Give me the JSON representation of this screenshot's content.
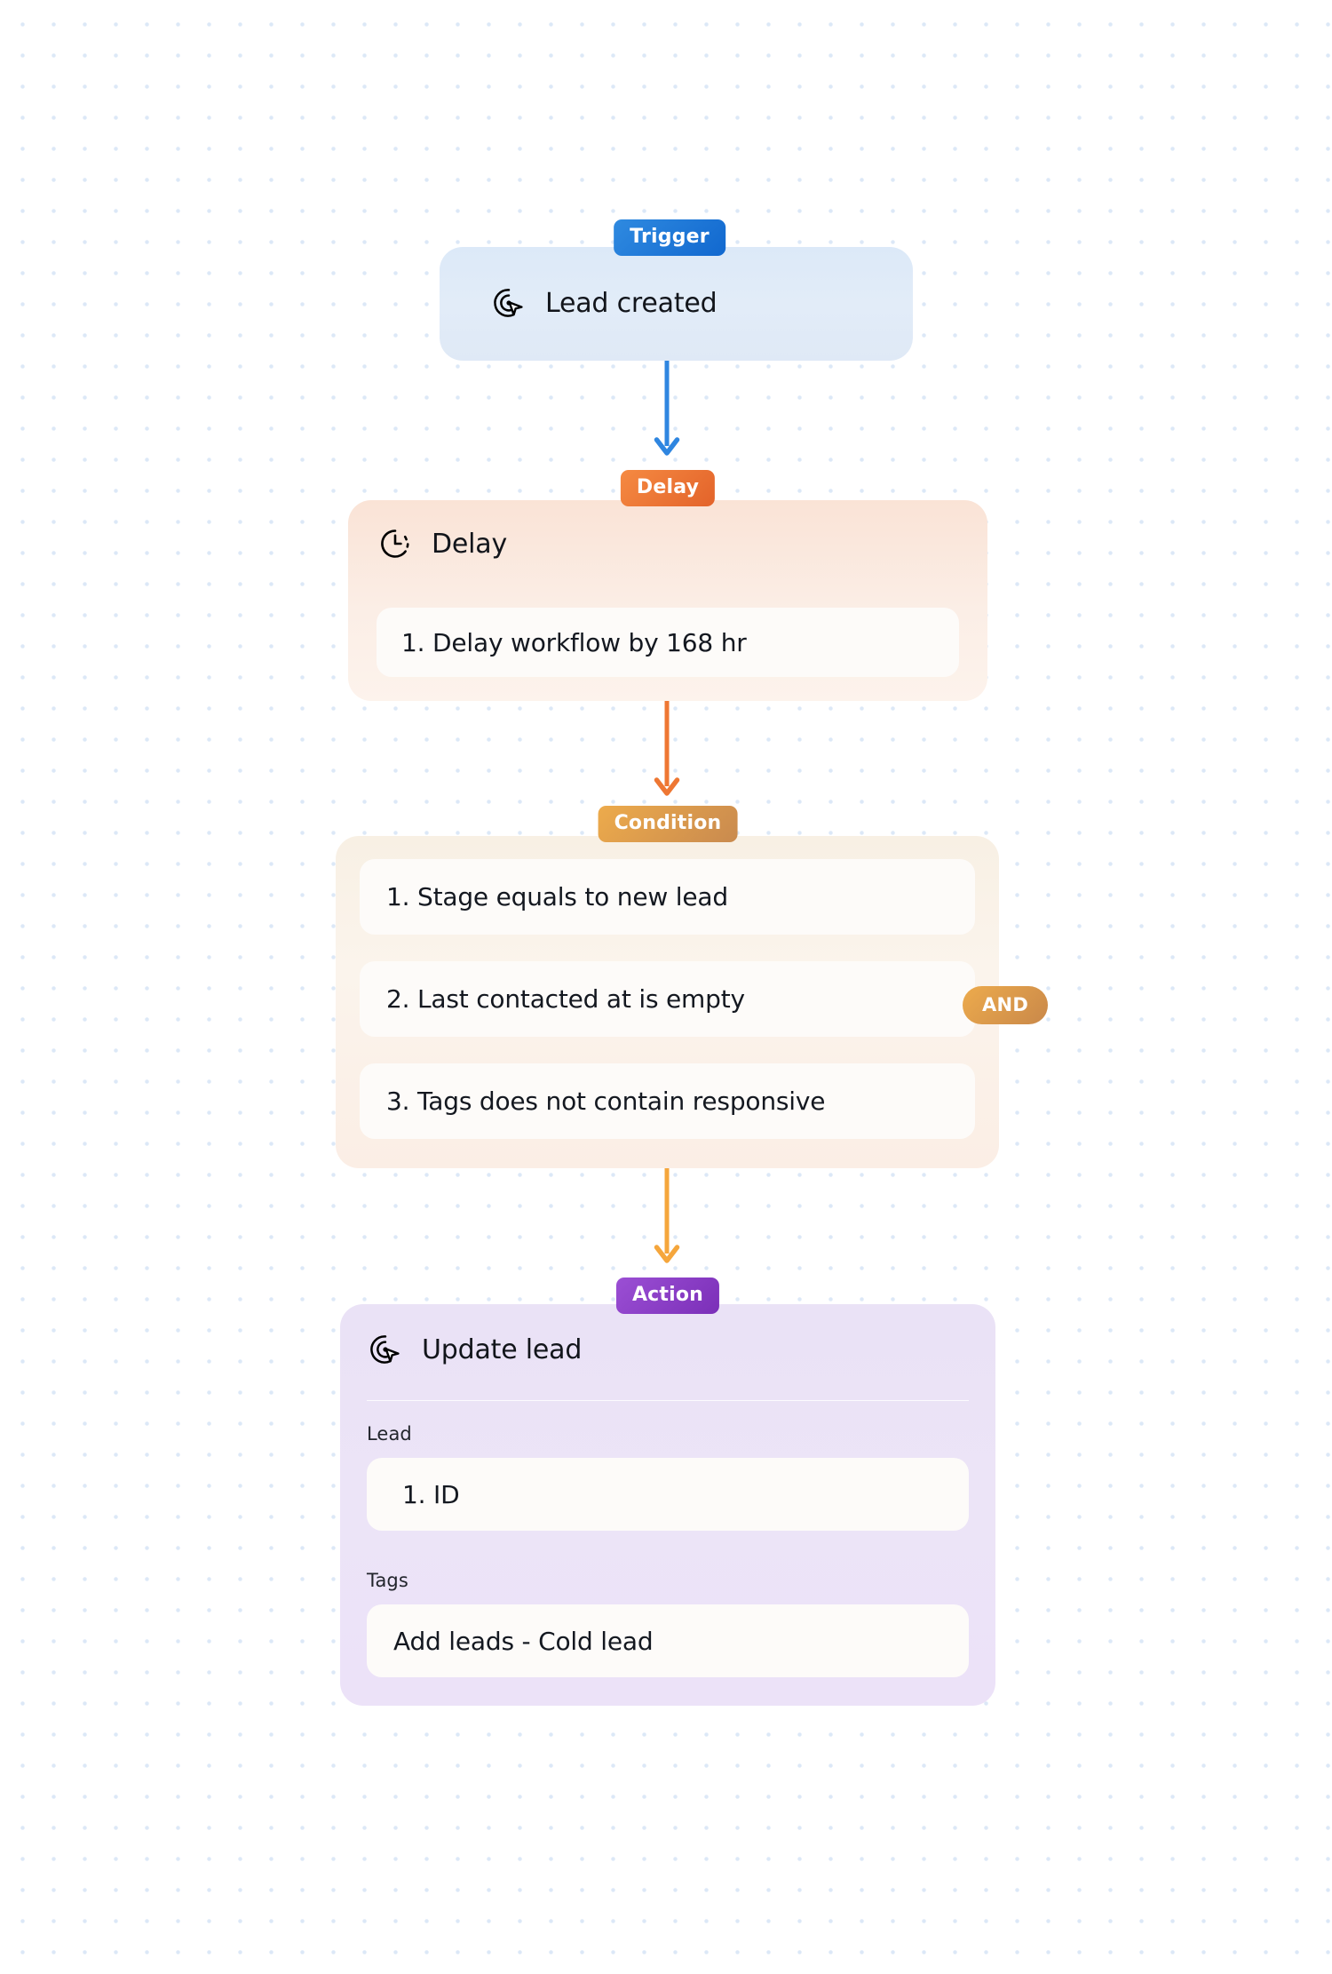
{
  "canvas": {
    "background": "#ffffff",
    "dot_color": "#dce8f7"
  },
  "colors": {
    "trigger": "#1168cf",
    "delay": "#e3632a",
    "condition": "#edab4c",
    "action": "#7b2fb8",
    "and_badge": "#c9884a",
    "arrow_trigger_to_delay": "#2f86e0",
    "arrow_delay_to_condition": "#ee7733",
    "arrow_condition_to_action": "#f5a63c"
  },
  "nodes": [
    {
      "id": "trigger",
      "badge": "Trigger",
      "icon": "target-cursor-icon",
      "title": "Lead created",
      "rows": []
    },
    {
      "id": "delay",
      "badge": "Delay",
      "icon": "clock-dashed-icon",
      "title": "Delay",
      "rows": [
        {
          "text": "1. Delay workflow by 168 hr"
        }
      ]
    },
    {
      "id": "condition",
      "badge": "Condition",
      "icon": null,
      "title": null,
      "operator": "AND",
      "rows": [
        {
          "text": "1. Stage equals to new lead"
        },
        {
          "text": "2. Last contacted at is empty"
        },
        {
          "text": "3. Tags does not contain responsive"
        }
      ]
    },
    {
      "id": "action",
      "badge": "Action",
      "icon": "target-cursor-icon",
      "title": "Update lead",
      "fields": [
        {
          "label": "Lead",
          "value": "1. ID"
        },
        {
          "label": "Tags",
          "value": "Add leads - Cold lead"
        }
      ]
    }
  ],
  "trigger": {
    "badge": "Trigger",
    "title": "Lead created"
  },
  "delay": {
    "badge": "Delay",
    "title": "Delay",
    "row1": "1. Delay workflow by 168 hr"
  },
  "condition": {
    "badge": "Condition",
    "operator": "AND",
    "row1": "1. Stage equals to new lead",
    "row2": "2. Last contacted at is empty",
    "row3": "3. Tags does not contain responsive"
  },
  "action": {
    "badge": "Action",
    "title": "Update lead",
    "lead_label": "Lead",
    "lead_value": "1. ID",
    "tags_label": "Tags",
    "tags_value": "Add leads - Cold lead"
  }
}
